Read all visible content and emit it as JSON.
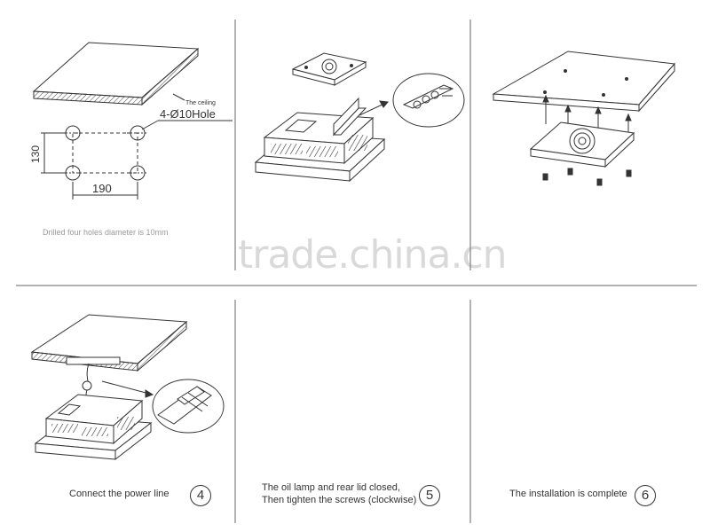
{
  "panels": [
    {
      "id": 1,
      "labels": {
        "ceiling": "The ceiling",
        "holes": "4-Ø10Hole",
        "dim_v": "130",
        "dim_h": "190"
      },
      "caption": "Drilled four holes diameter is 10mm"
    },
    {
      "id": 2
    },
    {
      "id": 3
    },
    {
      "id": 4,
      "caption": "Connect the power line",
      "step": "4"
    },
    {
      "id": 5,
      "caption_line1": "The oil lamp and rear lid closed,",
      "caption_line2": "Then tighten the screws (clockwise)",
      "step": "5"
    },
    {
      "id": 6,
      "caption": "The installation is complete",
      "step": "6"
    }
  ],
  "watermark": "trade.china.cn",
  "colors": {
    "line": "#333333",
    "divider": "#666666",
    "watermark": "#9a9a9a"
  }
}
